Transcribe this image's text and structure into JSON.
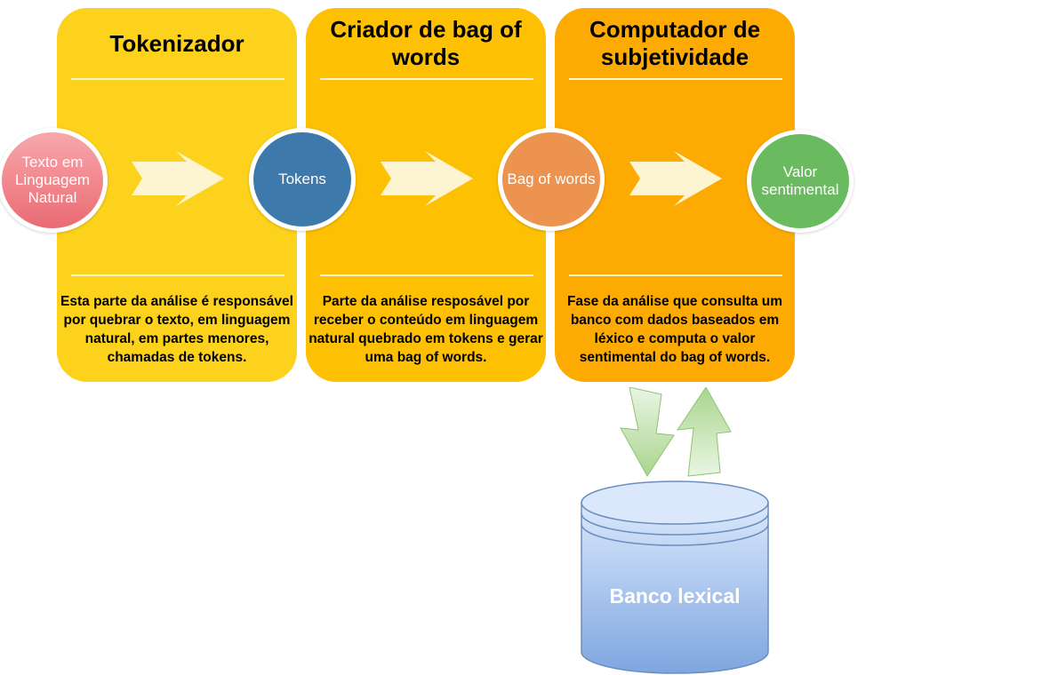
{
  "stages": [
    {
      "title": "Tokenizador",
      "description": "Esta parte da análise é responsável por quebrar o texto, em linguagem natural, em partes menores, chamadas de tokens.",
      "color": "#fcd21c"
    },
    {
      "title": "Criador de bag of words",
      "description": "Parte da análise resposável por receber o conteúdo em linguagem natural quebrado em tokens e gerar uma bag of words.",
      "color": "#fdc003"
    },
    {
      "title": "Computador de subjetividade",
      "description": "Fase da análise que consulta um banco com dados baseados em léxico e computa o valor sentimental do bag of words.",
      "color": "#fdab03"
    }
  ],
  "nodes": {
    "input": {
      "label": "Texto em Linguagem Natural",
      "color": "#ea6b73"
    },
    "tokens": {
      "label": "Tokens",
      "color": "#3d79aa"
    },
    "bag": {
      "label": "Bag of words",
      "color": "#ec9350"
    },
    "output": {
      "label": "Valor sentimental",
      "color": "#6aba5f"
    }
  },
  "database": {
    "label": "Banco lexical",
    "color": "#7ea6e0"
  },
  "icons": {
    "flow_arrow": "right-arrow-icon",
    "query_arrow": "down-arrow-icon",
    "response_arrow": "up-arrow-icon",
    "database": "database-cylinder-icon"
  }
}
